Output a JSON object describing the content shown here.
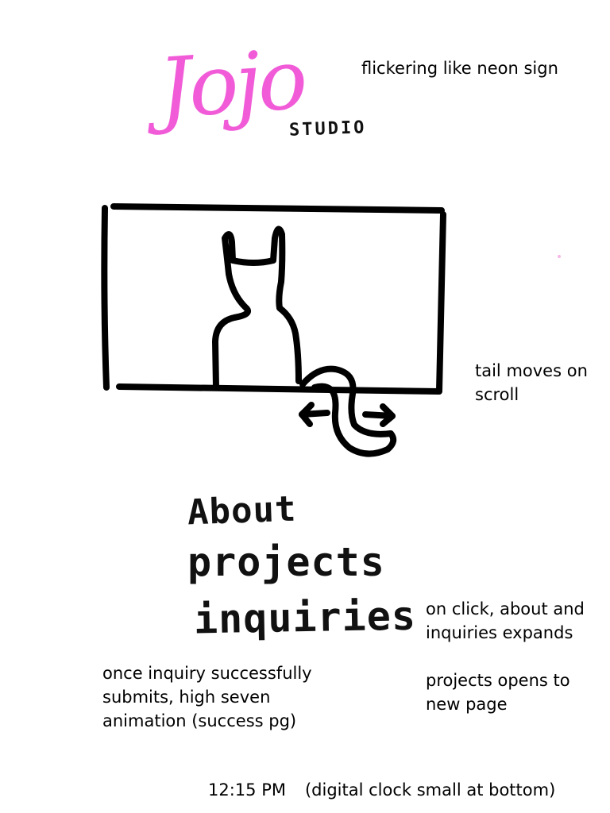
{
  "logo": {
    "text": "Jojo",
    "subtext": "STUDIO",
    "color": "#f15bd8"
  },
  "menu": {
    "about": "About",
    "projects": "projects",
    "inquiries": "inquiries"
  },
  "notes": {
    "neon": "flickering like neon sign",
    "tail_line1": "tail moves on",
    "tail_line2": "scroll",
    "click_line1": "on click, about and",
    "click_line2": "inquiries expands",
    "projects_line1": "projects opens to",
    "projects_line2": "new page",
    "inquiry_line1": "once inquiry successfully",
    "inquiry_line2": "submits, high seven",
    "inquiry_line3": "animation (success pg)",
    "clock_time": "12:15 PM",
    "clock_note": "(digital clock small at bottom)"
  },
  "icons": {
    "cat": "cat-silhouette-icon",
    "arrows": "left-right-arrows-icon"
  }
}
